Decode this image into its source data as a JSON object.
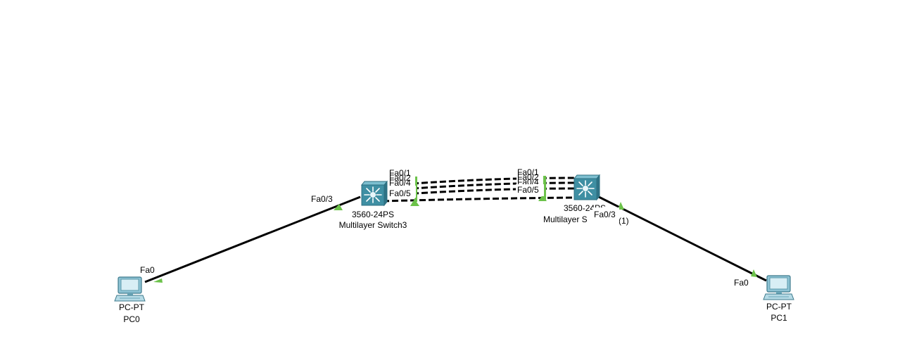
{
  "colors": {
    "background": "#ffffff",
    "cable": "#000000",
    "link_up": "#6cc24a",
    "switch_body": "#3f8fa3",
    "pc_body": "#7fb6c9"
  },
  "devices": {
    "pc0": {
      "icon": "pc-icon",
      "model": "PC-PT",
      "name": "PC0"
    },
    "pc1": {
      "icon": "pc-icon",
      "model": "PC-PT",
      "name": "PC1"
    },
    "sw3": {
      "icon": "multilayer-switch-icon",
      "model": "3560-24PS",
      "name": "Multilayer Switch3"
    },
    "sw_right": {
      "icon": "multilayer-switch-icon",
      "model_visible": "3560-2",
      "model_overlap": "4PS",
      "name_visible": "Multilayer S",
      "name_tail": "(1)"
    }
  },
  "ports": {
    "pc0_fa0": "Fa0",
    "sw3_fa03": "Fa0/3",
    "sw3_fa05": "Fa0/5",
    "sw3_overlap": [
      "Fa0/1",
      "Fa0/2",
      "Fa0/4"
    ],
    "swr_fa05": "Fa0/5",
    "swr_overlap": [
      "Fa0/1",
      "Fa0/2",
      "Fa0/4"
    ],
    "swr_fa03": "Fa0/3",
    "pc1_fa0": "Fa0"
  }
}
